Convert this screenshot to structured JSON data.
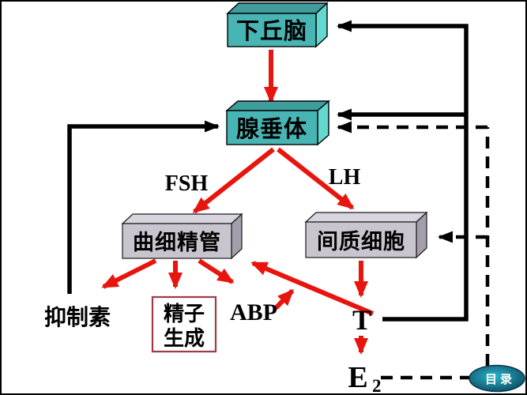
{
  "nodes": {
    "hypothalamus": "下丘脑",
    "pituitary": "腺垂体",
    "seminiferous_tubules": "曲细精管",
    "interstitial_cells": "间质细胞",
    "inhibin": "抑制素",
    "spermatogenesis": {
      "line1": "精子",
      "line2": "生成"
    },
    "abp": "ABP",
    "testosterone": "T",
    "estradiol": {
      "base": "E",
      "subscript": "2"
    }
  },
  "hormone_labels": {
    "fsh": "FSH",
    "lh": "LH"
  },
  "nav": {
    "toc_button_label": "目录"
  },
  "colors": {
    "teal_front": "#48b5b5",
    "teal_top": "#3f9d9e",
    "teal_side": "#62d8cf",
    "gray_front": "#c9c5cf",
    "gray_top": "#d8d5de",
    "gray_side": "#a59ead",
    "red_arrow": "#e8140e",
    "black_line": "#000000",
    "sperm_box_border": "#9e3b47",
    "toc_center": "#2ab6cc",
    "toc_edge": "#0a4158",
    "toc_text": "#ffffff"
  }
}
